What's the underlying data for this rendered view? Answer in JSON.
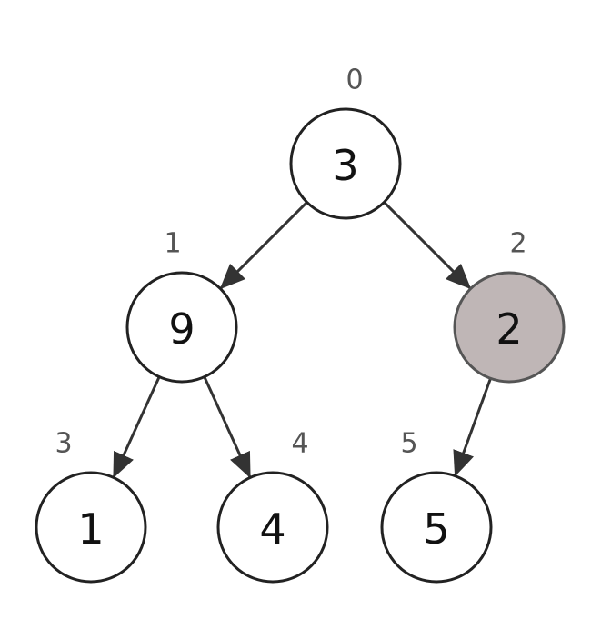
{
  "colors": {
    "node_fill": "#ffffff",
    "node_stroke": "#222222",
    "highlight_fill": "#bfb6b6",
    "highlight_stroke": "#555555",
    "edge": "#333333",
    "index_text": "#555555"
  },
  "nodes": [
    {
      "id": "n0",
      "value": "3",
      "index": "0",
      "highlighted": false
    },
    {
      "id": "n1",
      "value": "9",
      "index": "1",
      "highlighted": false
    },
    {
      "id": "n2",
      "value": "2",
      "index": "2",
      "highlighted": true
    },
    {
      "id": "n3",
      "value": "1",
      "index": "3",
      "highlighted": false
    },
    {
      "id": "n4",
      "value": "4",
      "index": "4",
      "highlighted": false
    },
    {
      "id": "n5",
      "value": "5",
      "index": "5",
      "highlighted": false
    }
  ],
  "edges": [
    {
      "from": "n0",
      "to": "n1"
    },
    {
      "from": "n0",
      "to": "n2"
    },
    {
      "from": "n1",
      "to": "n3"
    },
    {
      "from": "n1",
      "to": "n4"
    },
    {
      "from": "n2",
      "to": "n5"
    }
  ]
}
